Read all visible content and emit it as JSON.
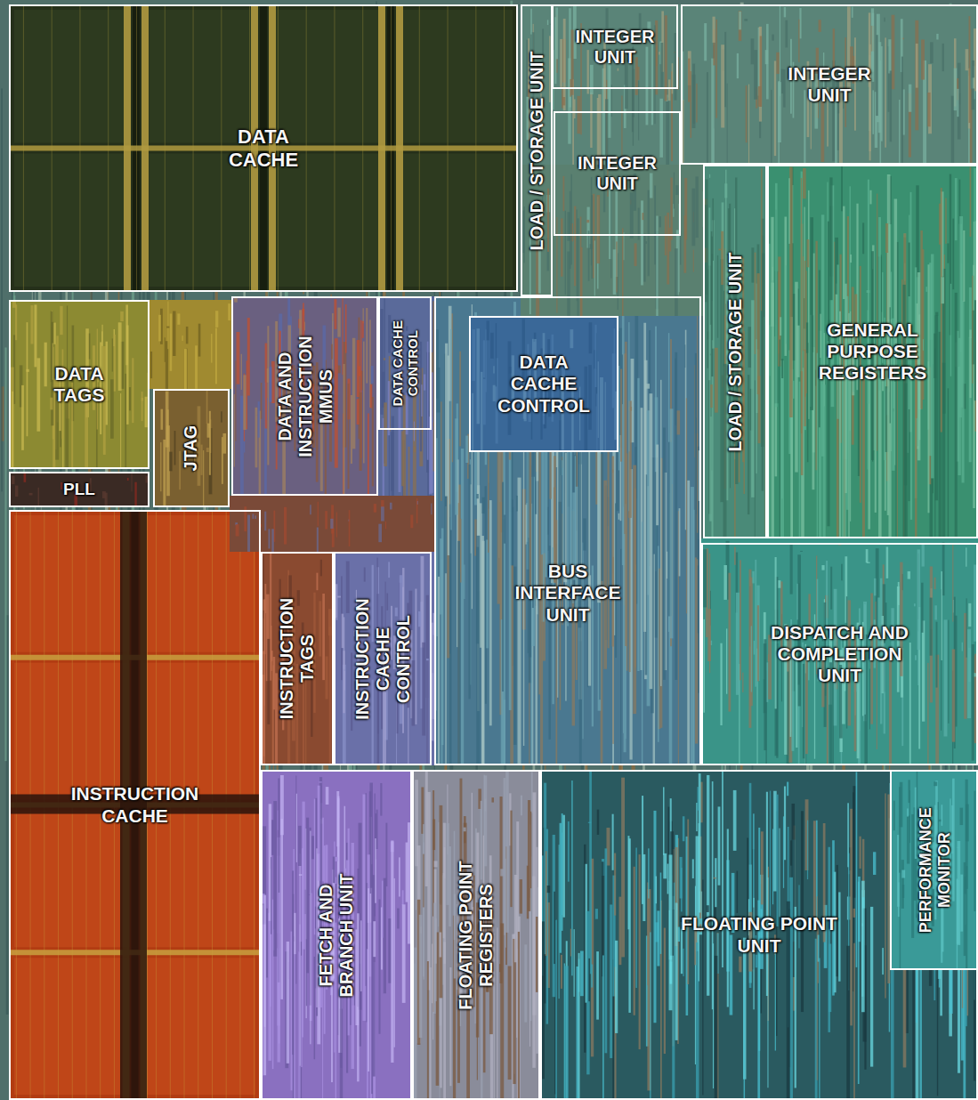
{
  "diagram": {
    "nodes": [
      {
        "text": [
          "DATA CACHE"
        ]
      },
      {
        "text": [
          "LOAD / STORAGE UNIT"
        ]
      },
      {
        "text": [
          "INTEGER UNIT"
        ]
      },
      {
        "text": [
          "INTEGER UNIT"
        ]
      },
      {
        "text": [
          "INTEGER UNIT"
        ]
      },
      {
        "text": [
          "DATA TAGS"
        ]
      },
      {
        "text": [
          "DATA AND INSTRUCTION MMUS"
        ]
      },
      {
        "text": [
          "DATA CACHE CONTROL"
        ]
      },
      {
        "text": [
          "BUS INTERFACE UNIT"
        ]
      },
      {
        "text": [
          "DATA CACHE CONTROL"
        ],
        "in": 8
      },
      {
        "text": [
          "LOAD / STORAGE UNIT"
        ]
      },
      {
        "text": [
          "GENERAL PURPOSE REGISTERS"
        ]
      },
      {
        "text": [
          "JTAG"
        ]
      },
      {
        "text": [
          "PLL"
        ]
      },
      {
        "text": [
          "INSTRUCTION TAGS"
        ]
      },
      {
        "text": [
          "INSTRUCTION CACHE CONTROL"
        ]
      },
      {
        "text": [
          "DISPATCH AND COMPLETION UNIT"
        ]
      },
      {
        "text": [
          "INSTRUCTION CACHE"
        ]
      },
      {
        "text": [
          "FETCH AND BRANCH UNIT"
        ]
      },
      {
        "text": [
          "FLOATING POINT REGISTERS"
        ]
      },
      {
        "text": [
          "FLOATING POINT UNIT"
        ]
      },
      {
        "text": [
          "PERFORMANCE MONITOR"
        ],
        "in": 20
      }
    ]
  }
}
